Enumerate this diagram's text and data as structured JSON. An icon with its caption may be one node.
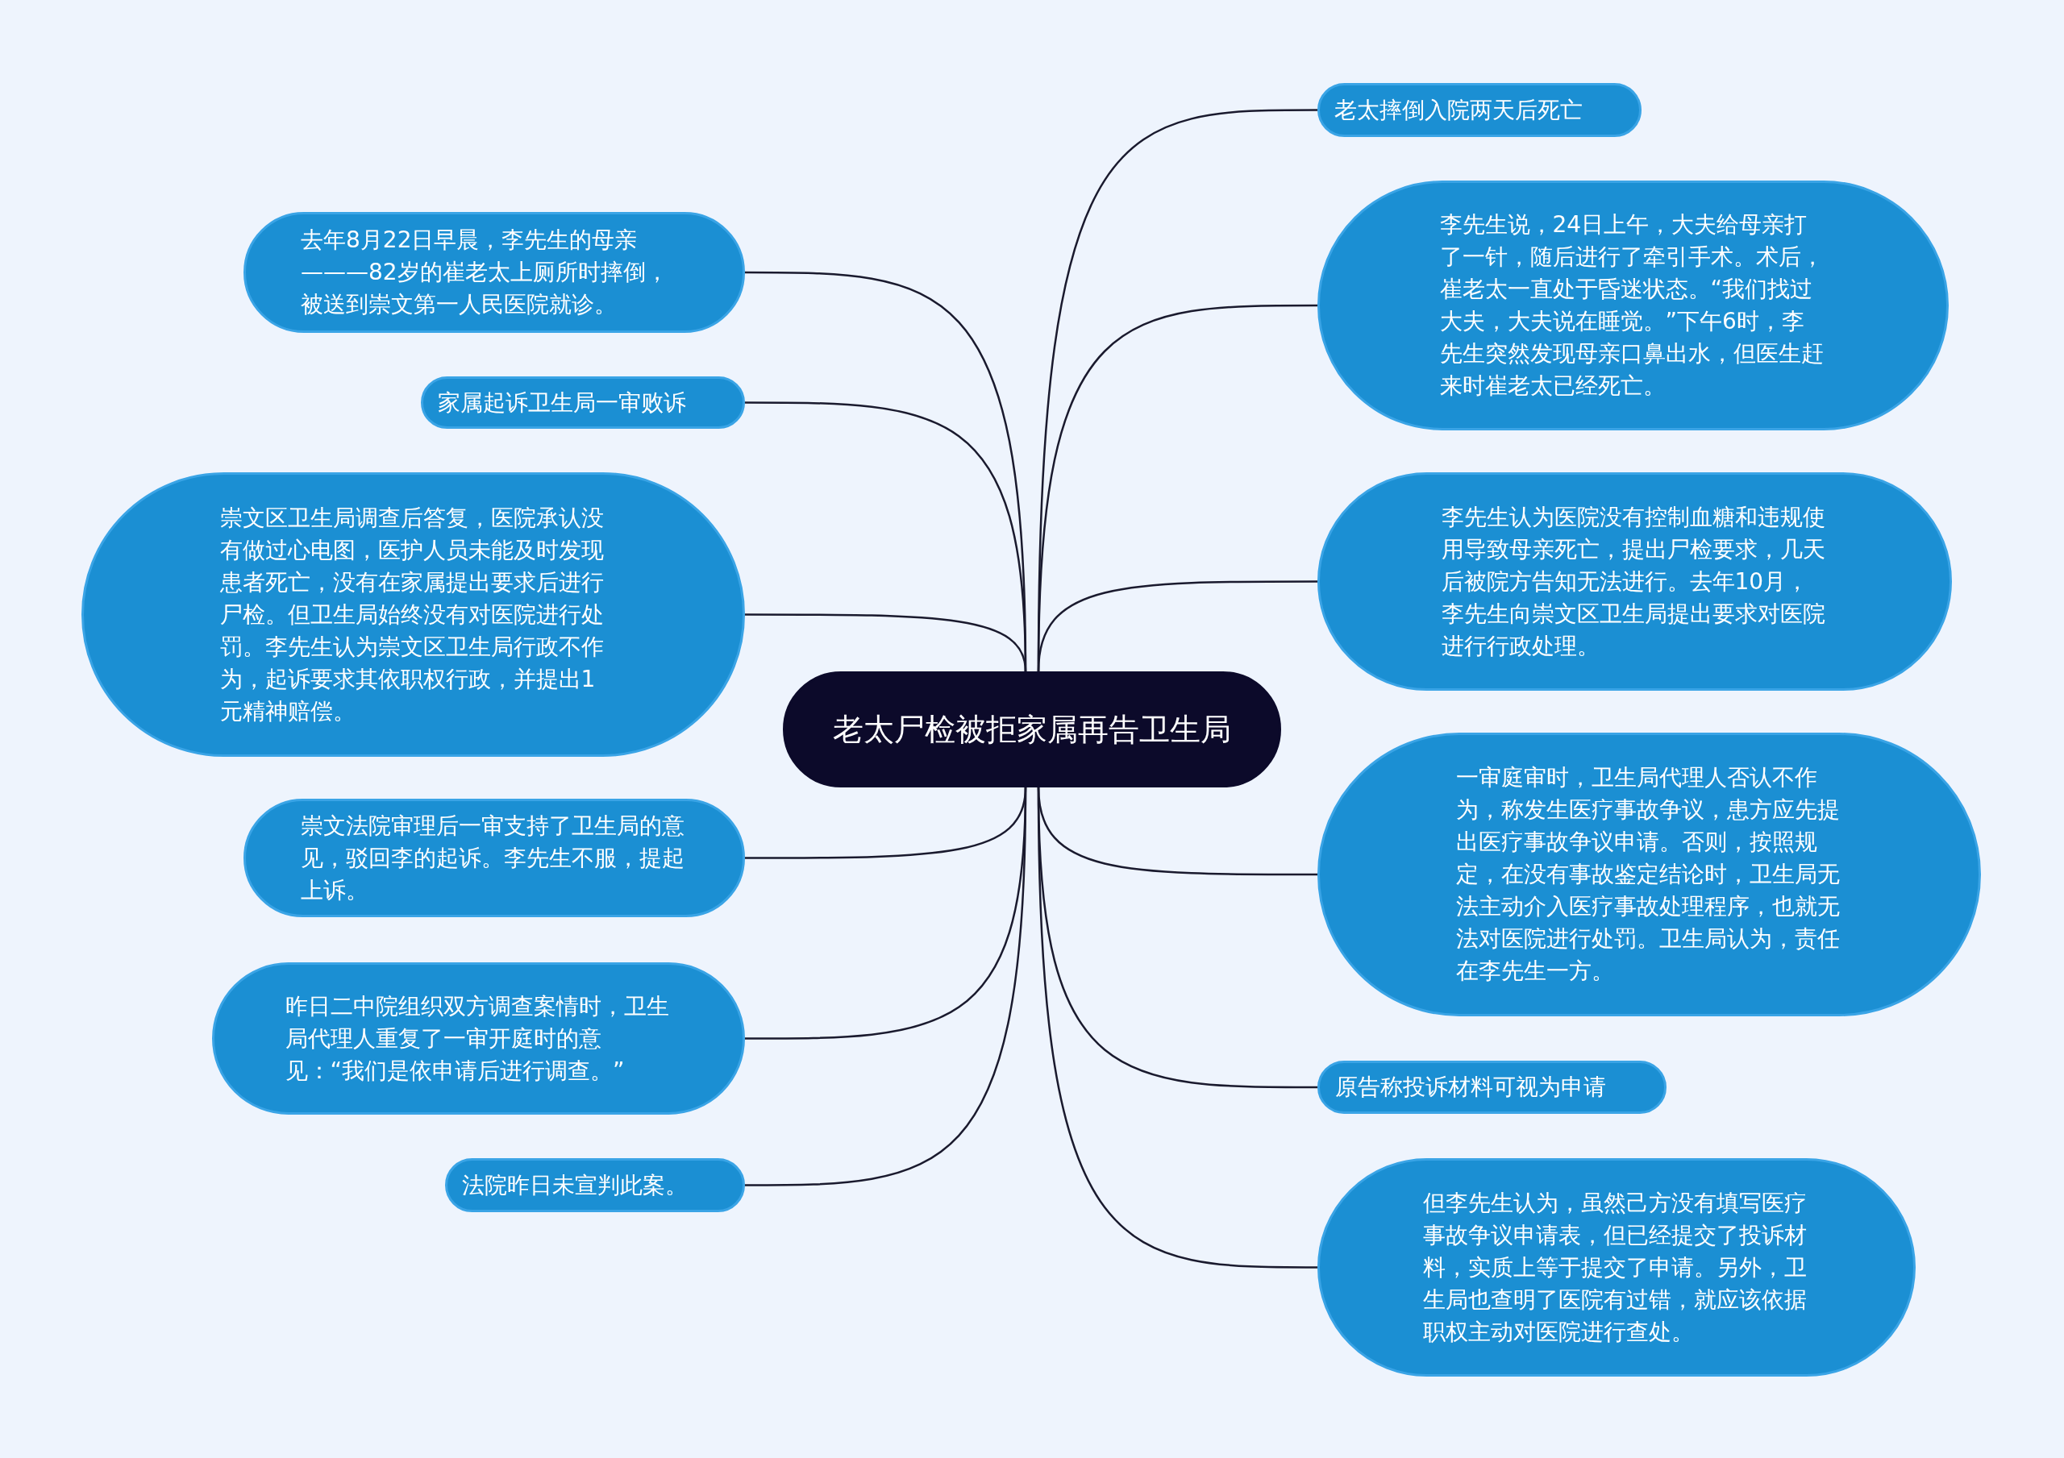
{
  "diagram": {
    "nodes": [
      {
        "text": [
          "老太尸检被拒家属再告卫生局"
        ]
      },
      {
        "text": [
          "老太摔倒入院两天后死亡"
        ]
      },
      {
        "text": [
          "李先生说，24日上午，大夫给母亲打了一针，随后进行了牵引手术。术后，崔老太一直处于昏迷状态。“我们找过大夫，大夫说在睡觉。”下午6时，李先生突然发现母亲口鼻出水，但医生赶来时崔老太已经死亡。"
        ]
      },
      {
        "text": [
          "李先生认为医院没有控制血糖和违规使用导致母亲死亡，提出尸检要求，几天后被院方告知无法进行。去年10月，李先生向崇文区卫生局提出要求对医院进行行政处理。"
        ]
      },
      {
        "text": [
          "一审庭审时，卫生局代理人否认不作为，称发生医疗事故争议，患方应先提出医疗事故争议申请。否则，按照规定，在没有事故鉴定结论时，卫生局无法主动介入医疗事故处理程序，也就无法对医院进行处罚。卫生局认为，责任在李先生一方。"
        ]
      },
      {
        "text": [
          "原告称投诉材料可视为申请"
        ]
      },
      {
        "text": [
          "但李先生认为，虽然己方没有填写医疗事故争议申请表，但已经提交了投诉材料，实质上等于提交了申请。另外，卫生局也查明了医院有过错，就应该依据职权主动对医院进行查处。"
        ]
      },
      {
        "text": [
          "去年8月22日早晨，李先生的母亲———82岁的崔老太上厕所时摔倒，被送到崇文第一人民医院就诊。"
        ]
      },
      {
        "text": [
          "家属起诉卫生局一审败诉"
        ]
      },
      {
        "text": [
          "崇文区卫生局调查后答复，医院承认没有做过心电图，医护人员未能及时发现患者死亡，没有在家属提出要求后进行尸检。但卫生局始终没有对医院进行处罚。李先生认为崇文区卫生局行政不作为，起诉要求其依职权行政，并提出1元精神赔偿。"
        ]
      },
      {
        "text": [
          "崇文法院审理后一审支持了卫生局的意见，驳回李的起诉。李先生不服，提起上诉。"
        ]
      },
      {
        "text": [
          "昨日二中院组织双方调查案情时，卫生局代理人重复了一审开庭时的意见：“我们是依申请后进行调查。”"
        ]
      },
      {
        "text": [
          "法院昨日未宣判此案。"
        ]
      }
    ],
    "edges": [
      {
        "from": 0,
        "to": 1,
        "arrow": "none"
      },
      {
        "from": 0,
        "to": 2,
        "arrow": "none"
      },
      {
        "from": 0,
        "to": 3,
        "arrow": "none"
      },
      {
        "from": 0,
        "to": 4,
        "arrow": "none"
      },
      {
        "from": 0,
        "to": 5,
        "arrow": "none"
      },
      {
        "from": 0,
        "to": 6,
        "arrow": "none"
      },
      {
        "from": 0,
        "to": 7,
        "arrow": "none"
      },
      {
        "from": 0,
        "to": 8,
        "arrow": "none"
      },
      {
        "from": 0,
        "to": 9,
        "arrow": "none"
      },
      {
        "from": 0,
        "to": 10,
        "arrow": "none"
      },
      {
        "from": 0,
        "to": 11,
        "arrow": "none"
      },
      {
        "from": 0,
        "to": 12,
        "arrow": "none"
      }
    ]
  }
}
